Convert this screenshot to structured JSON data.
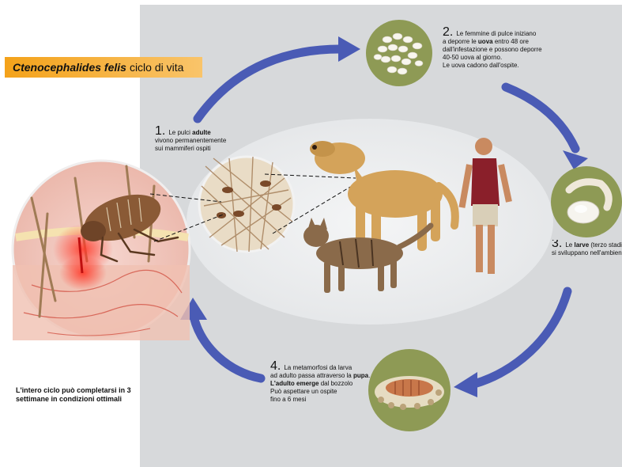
{
  "title": {
    "species": "Ctenocephalides felis",
    "suffix": "ciclo di vita"
  },
  "steps": [
    {
      "number": "1.",
      "lines": [
        [
          {
            "t": "Le "
          },
          {
            "t": "pulci "
          },
          {
            "t": "adulte",
            "b": true
          }
        ],
        [
          {
            "t": "vivono permanentemente"
          }
        ],
        [
          {
            "t": "sui mammiferi ospiti"
          }
        ]
      ]
    },
    {
      "number": "2.",
      "lines": [
        [
          {
            "t": "Le femmine di pulce iniziano"
          }
        ],
        [
          {
            "t": "a deporre le "
          },
          {
            "t": "uova",
            "b": true
          },
          {
            "t": " entro 48 ore"
          }
        ],
        [
          {
            "t": "dall'infestazione e possono deporre"
          }
        ],
        [
          {
            "t": "40-50 uova al giorno."
          }
        ],
        [
          {
            "t": "Le uova cadono dall'ospite."
          }
        ]
      ]
    },
    {
      "number": "3.",
      "lines": [
        [
          {
            "t": "Le "
          },
          {
            "t": "larve",
            "b": true
          },
          {
            "t": " (terzo stadio"
          }
        ],
        [
          {
            "t": "si sviluppano nell'ambiente"
          }
        ]
      ]
    },
    {
      "number": "4.",
      "lines": [
        [
          {
            "t": "La metamorfosi da larva"
          }
        ],
        [
          {
            "t": "ad adulto passa attraverso la "
          },
          {
            "t": "pupa",
            "b": true
          },
          {
            "t": "."
          }
        ],
        [
          {
            "t": "L'adulto emerge",
            "b": true
          },
          {
            "t": " dal bozzolo"
          }
        ],
        [
          {
            "t": "Può aspettare un ospite"
          }
        ],
        [
          {
            "t": "fino a 6 mesi"
          }
        ]
      ]
    }
  ],
  "note": "L'intero ciclo può completarsi in 3 settimane in condizioni ottimali",
  "colors": {
    "banner": "#f4a21a",
    "arrow": "#4a5bb5",
    "panel": "#d7d9db",
    "stage_circle": "#8e9a55",
    "skin": "#f2c7c0",
    "blood": "#e02020"
  }
}
